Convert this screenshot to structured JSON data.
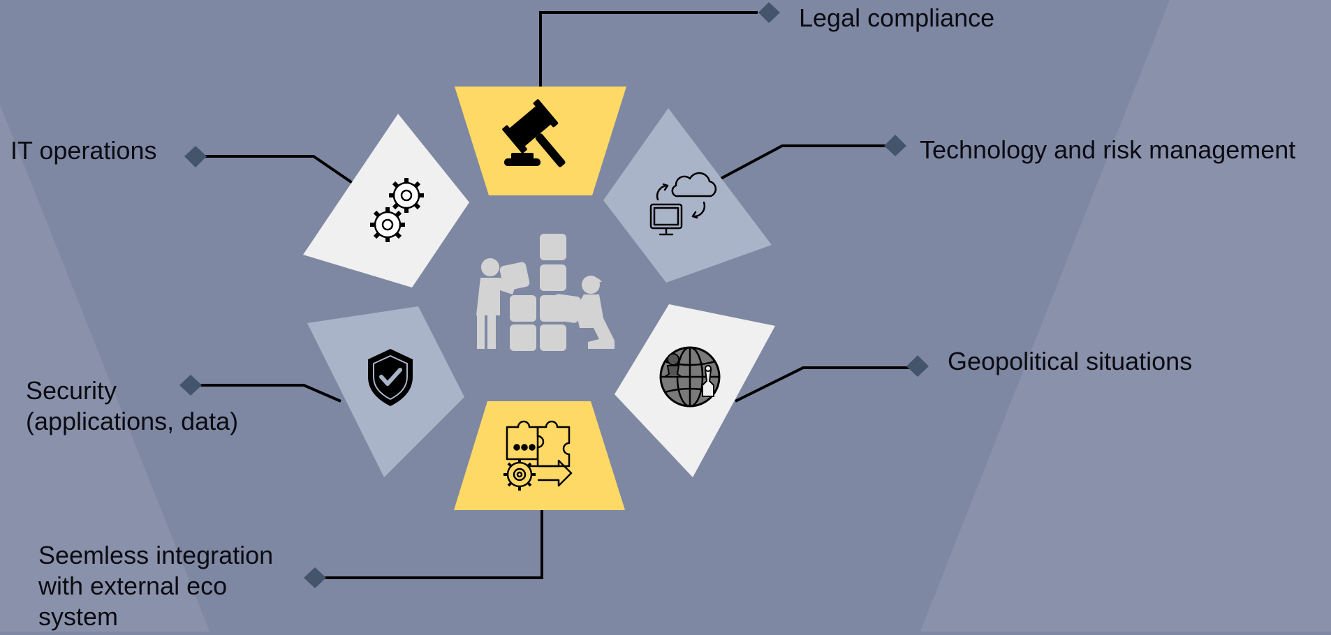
{
  "colors": {
    "background": "#7f88a3",
    "background_light": "#8a92ab",
    "background_mid": "#7a839e",
    "yellow": "#ffd966",
    "white_tile": "#f0f0f0",
    "blue_tile": "#aab4c8",
    "connector": "#000000",
    "diamond": "#44546a",
    "center_figure": "#d3d3d3"
  },
  "center": {
    "icon": "builders-stacking-blocks-icon"
  },
  "segments": [
    {
      "id": "legal",
      "tile_color": "yellow",
      "icon": "gavel-icon",
      "label_lines": [
        "Legal compliance"
      ]
    },
    {
      "id": "tech-risk",
      "tile_color": "blue",
      "icon": "cloud-sync-monitor-icon",
      "label_lines": [
        "Technology and risk management"
      ]
    },
    {
      "id": "geopolitical",
      "tile_color": "white",
      "icon": "globe-chess-icon",
      "label_lines": [
        "Geopolitical situations"
      ]
    },
    {
      "id": "integration",
      "tile_color": "yellow",
      "icon": "puzzle-gear-arrow-icon",
      "label_lines": [
        "Seemless integration",
        "with external eco",
        "system"
      ]
    },
    {
      "id": "security",
      "tile_color": "blue",
      "icon": "shield-check-icon",
      "label_lines": [
        "Security",
        "(applications, data)"
      ]
    },
    {
      "id": "it-ops",
      "tile_color": "white",
      "icon": "gears-icon",
      "label_lines": [
        "IT operations"
      ]
    }
  ]
}
